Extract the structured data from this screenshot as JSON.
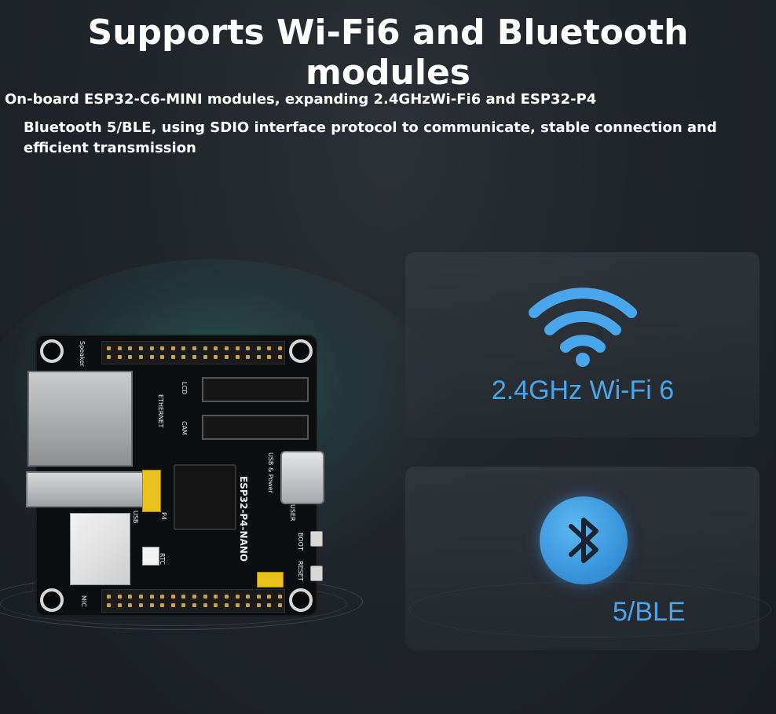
{
  "header": {
    "title": "Supports Wi-Fi6 and Bluetooth modules",
    "line1": "On-board ESP32-C6-MINI modules, expanding 2.4GHzWi-Fi6 and ESP32-P4",
    "line2": "Bluetooth 5/BLE, using SDIO interface protocol to communicate, stable connection and efficient transmission"
  },
  "features": {
    "wifi_label": "2.4GHz Wi-Fi 6",
    "ble_label": "5/BLE"
  },
  "board": {
    "model": "ESP32-P4-NANO",
    "silkscreen": [
      "Speaker",
      "LCD",
      "ETHERNET",
      "CAM",
      "USB & Power",
      "USB",
      "P4",
      "RTC",
      "USER",
      "BOOT",
      "RESET",
      "MIC"
    ]
  },
  "icons": {
    "wifi": "wifi-icon",
    "bluetooth": "bluetooth-icon"
  },
  "colors": {
    "background": "#20252b",
    "accent_blue": "#4aa6ea",
    "text": "#ffffff"
  }
}
